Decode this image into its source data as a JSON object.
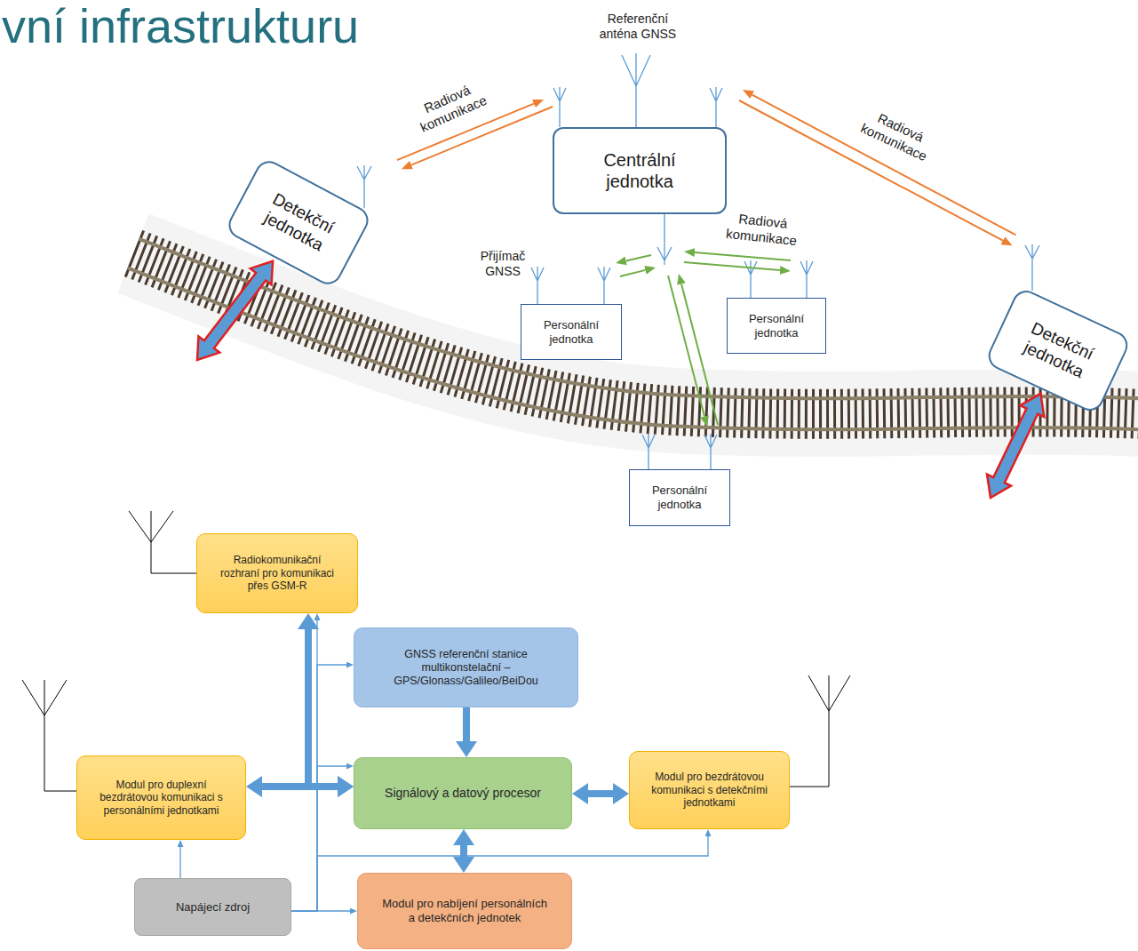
{
  "diagram": {
    "title": "vní infrastrukturu",
    "nodes": [
      {
        "text": [
          "Centrální jednotka"
        ]
      },
      {
        "text": [
          "Detekční jednotka"
        ]
      },
      {
        "text": [
          "Detekční jednotka"
        ]
      },
      {
        "text": [
          "Personální jednotka"
        ]
      },
      {
        "text": [
          "Personální jednotka"
        ]
      },
      {
        "text": [
          "Personální jednotka"
        ]
      },
      {
        "text": [
          "Radiokomunikační rozhraní pro komunikaci přes GSM-R"
        ]
      },
      {
        "text": [
          "GNSS referenční stanice multikonstelační – GPS/Glonass/Galileo/BeiDou"
        ]
      },
      {
        "text": [
          "Modul pro duplexní bezdrátovou komunikaci s personálními jednotkami"
        ]
      },
      {
        "text": [
          "Signálový a datový procesor"
        ]
      },
      {
        "text": [
          "Modul pro bezdrátovou komunikaci s detekčními jednotkami"
        ]
      },
      {
        "text": [
          "Napájecí zdroj"
        ]
      },
      {
        "text": [
          "Modul pro nabíjení personálních a detekčních jednotek"
        ]
      }
    ],
    "edges": [
      {
        "from": 1,
        "to": 0,
        "arrow": "both",
        "label": "Radiová komunikace"
      },
      {
        "from": 0,
        "to": 2,
        "arrow": "both",
        "label": "Radiová komunikace"
      },
      {
        "from": 0,
        "to": 3,
        "arrow": "both"
      },
      {
        "from": 0,
        "to": 4,
        "arrow": "both",
        "label": "Radiová komunikace"
      },
      {
        "from": 0,
        "to": 5,
        "arrow": "both"
      },
      {
        "from": 7,
        "to": 9,
        "arrow": "to"
      },
      {
        "from": 8,
        "to": 9,
        "arrow": "both"
      },
      {
        "from": 9,
        "to": 10,
        "arrow": "both"
      },
      {
        "from": 9,
        "to": 12,
        "arrow": "both"
      },
      {
        "from": 9,
        "to": 6,
        "arrow": "both"
      },
      {
        "from": 11,
        "to": 6,
        "arrow": "to"
      },
      {
        "from": 11,
        "to": 7,
        "arrow": "to"
      },
      {
        "from": 11,
        "to": 9,
        "arrow": "to"
      },
      {
        "from": 11,
        "to": 10,
        "arrow": "to"
      },
      {
        "from": 11,
        "to": 12,
        "arrow": "to"
      },
      {
        "from": 11,
        "to": 8,
        "arrow": "to"
      }
    ],
    "labels": [
      "Referenční anténa GNSS",
      "Přijímač GNSS"
    ]
  }
}
